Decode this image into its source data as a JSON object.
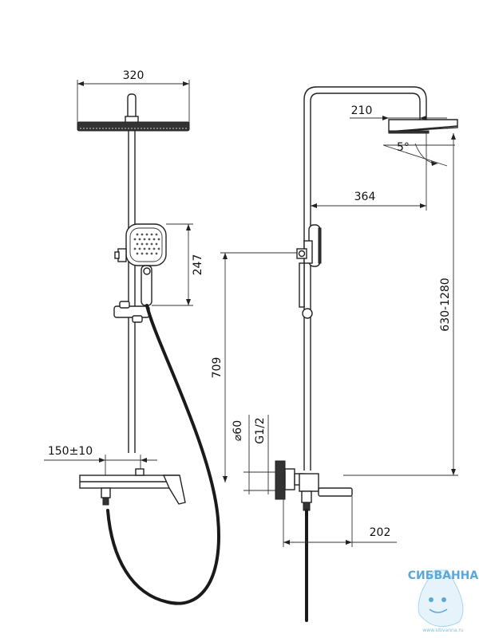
{
  "dimensions": {
    "head_width": "320",
    "handheld_height": "247",
    "bar_spacing": "150±10",
    "arm_length_top": "210",
    "tilt_angle": "5°",
    "arm_reach": "364",
    "outlet_height": "709",
    "height_range": "630-1280",
    "escutcheon": "⌀60",
    "thread": "G1/2",
    "spout_length": "202"
  },
  "logo": {
    "brand": "СИБВАННА",
    "url": "www.sibvanna.ru"
  },
  "colors": {
    "line": "#222222",
    "hose": "#1a1a1a",
    "logo": "#5aa8d8"
  }
}
